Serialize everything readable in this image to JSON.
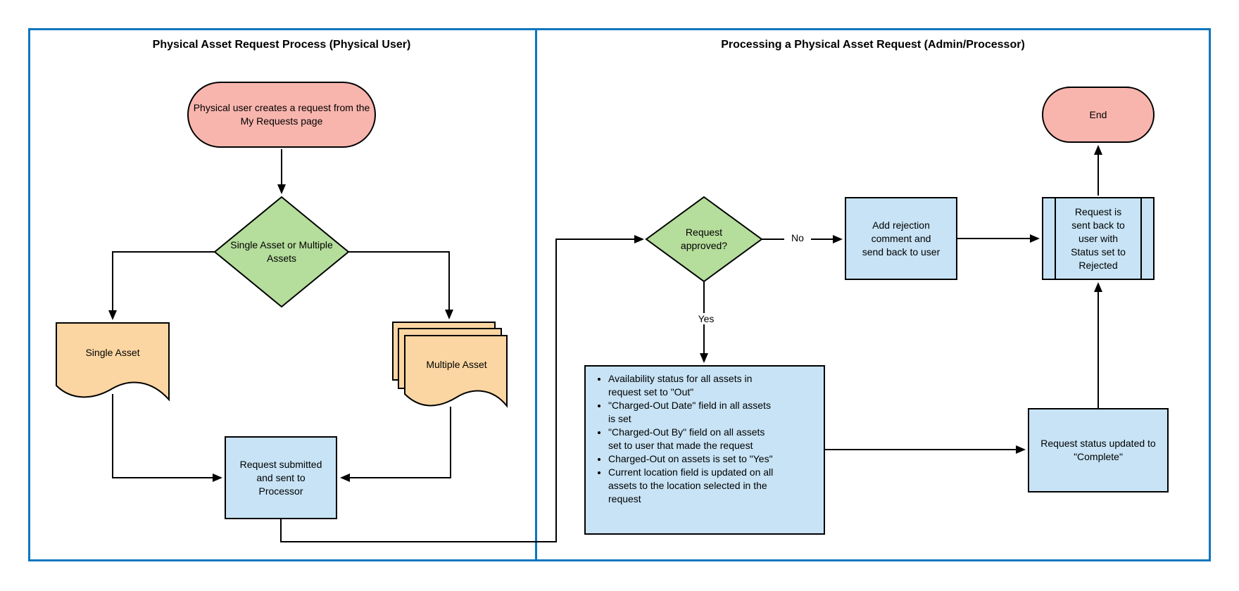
{
  "colors": {
    "panelBorder": "#0d76be",
    "pink": "#f8b5ad",
    "green": "#b5dd9b",
    "orange": "#fbd6a2",
    "blue": "#c7e3f5"
  },
  "left_panel": {
    "title": "Physical Asset Request Process (Physical User)",
    "start": "Physical user creates a request from the My Requests page",
    "decision": "Single Asset or Multiple Assets",
    "single_asset": "Single Asset",
    "multiple_asset": "Multiple Asset",
    "submitted": "Request submitted and sent to Processor"
  },
  "right_panel": {
    "title": "Processing a Physical Asset Request (Admin/Processor)",
    "decision": "Request approved?",
    "no_label": "No",
    "yes_label": "Yes",
    "rejection": "Add rejection comment and send back to user",
    "sent_back": "Request is sent back to user with Status set to Rejected",
    "end": "End",
    "actions": {
      "items": [
        "Availability status for all assets in request set to \"Out\"",
        "\"Charged-Out Date\" field in all assets is set",
        "\"Charged-Out By\" field on all assets set to user that made the request",
        "Charged-Out on assets is set to \"Yes\"",
        "Current location field is updated on all assets to the location selected in the request"
      ]
    },
    "complete": "Request status updated to \"Complete\""
  }
}
